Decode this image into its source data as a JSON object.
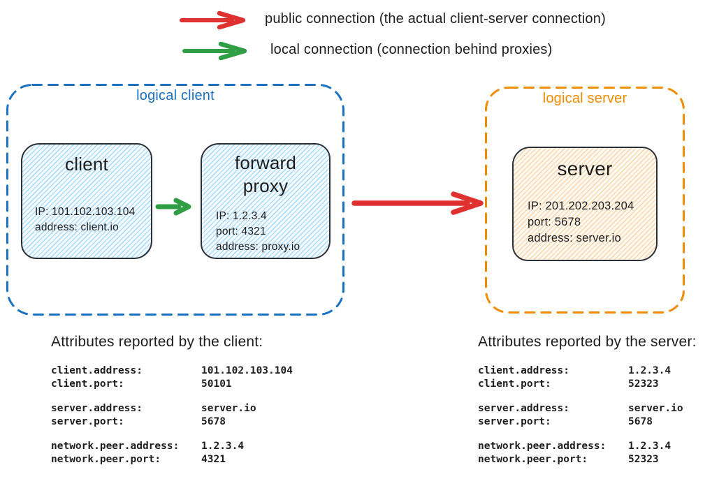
{
  "colors": {
    "public_arrow_red": "#e03131",
    "local_arrow_green": "#2f9e44",
    "logical_client_blue": "#1971c2",
    "logical_server_orange": "#f08c00",
    "client_node_fill": "#a5d8ff",
    "server_node_fill": "#ffd8a8",
    "text": "#1e1e1e"
  },
  "legend": {
    "public_label": "public connection (the actual client-server connection)",
    "local_label": "local connection (connection behind proxies)"
  },
  "logical_client": {
    "label": "logical client",
    "client_node": {
      "title": "client",
      "line1": "IP: 101.102.103.104",
      "line2": "address: client.io"
    },
    "proxy_node": {
      "title_line1": "forward",
      "title_line2": "proxy",
      "line1": "IP: 1.2.3.4",
      "line2": "port: 4321",
      "line3": "address: proxy.io"
    }
  },
  "logical_server": {
    "label": "logical server",
    "server_node": {
      "title": "server",
      "line1": "IP: 201.202.203.204",
      "line2": "port: 5678",
      "line3": "address: server.io"
    }
  },
  "client_attributes": {
    "title": "Attributes reported by the client:",
    "rows": [
      {
        "key": "client.address:",
        "value": "101.102.103.104"
      },
      {
        "key": "client.port:",
        "value": "50101"
      },
      {
        "key": "server.address:",
        "value": "server.io"
      },
      {
        "key": "server.port:",
        "value": "5678"
      },
      {
        "key": "network.peer.address:",
        "value": "1.2.3.4"
      },
      {
        "key": "network.peer.port:",
        "value": "4321"
      }
    ]
  },
  "server_attributes": {
    "title": "Attributes reported by the server:",
    "rows": [
      {
        "key": "client.address:",
        "value": "1.2.3.4"
      },
      {
        "key": "client.port:",
        "value": "52323"
      },
      {
        "key": "server.address:",
        "value": "server.io"
      },
      {
        "key": "server.port:",
        "value": "5678"
      },
      {
        "key": "network.peer.address:",
        "value": "1.2.3.4"
      },
      {
        "key": "network.peer.port:",
        "value": "52323"
      }
    ]
  }
}
